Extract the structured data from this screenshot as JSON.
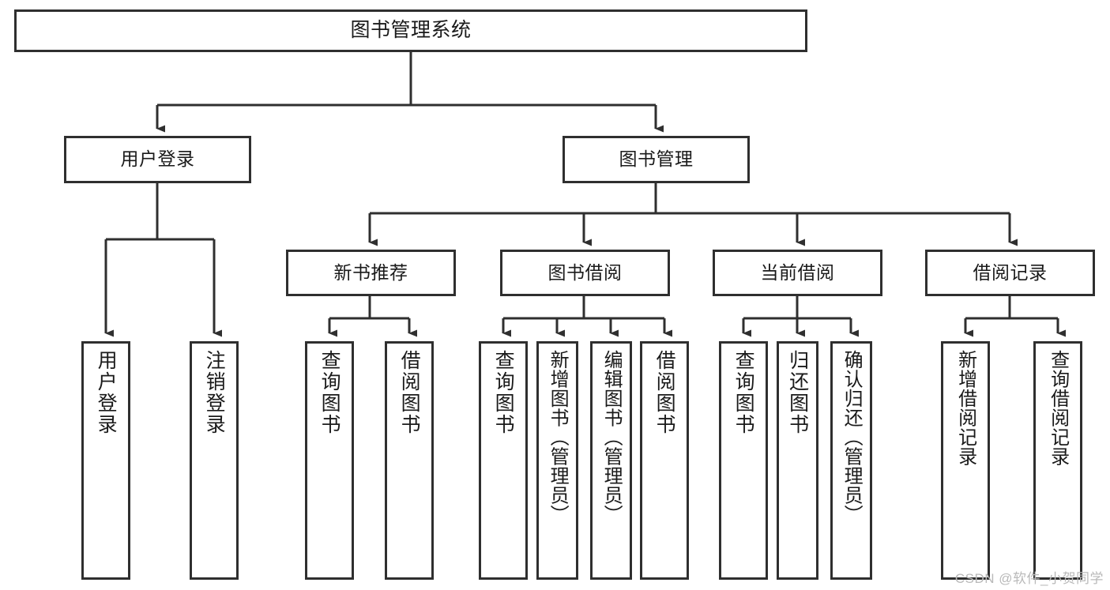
{
  "diagram": {
    "title": "图书管理系统",
    "type": "tree",
    "colors": {
      "background": "#ffffff",
      "box_border": "#2f2f2f",
      "box_fill": "#ffffff",
      "text": "#1a1a1a",
      "connector": "#2f2f2f",
      "watermark": "#b9b9b9"
    },
    "watermark": "CSDN @软件_小贺同学",
    "nodes": {
      "root": {
        "label": "图书管理系统"
      },
      "level2": [
        {
          "id": "user-login",
          "label": "用户登录"
        },
        {
          "id": "book-manage",
          "label": "图书管理"
        }
      ],
      "level3": [
        {
          "id": "new-book-recommend",
          "label": "新书推荐"
        },
        {
          "id": "book-borrow",
          "label": "图书借阅"
        },
        {
          "id": "current-borrow",
          "label": "当前借阅"
        },
        {
          "id": "borrow-record",
          "label": "借阅记录"
        }
      ],
      "leaves": [
        {
          "id": "leaf-user-login",
          "label": "用户登录",
          "parent": "user-login"
        },
        {
          "id": "leaf-user-logout",
          "label": "注销登录",
          "parent": "user-login"
        },
        {
          "id": "leaf-query-book-1",
          "label": "查询图书",
          "parent": "new-book-recommend"
        },
        {
          "id": "leaf-borrow-book-1",
          "label": "借阅图书",
          "parent": "new-book-recommend"
        },
        {
          "id": "leaf-query-book-2",
          "label": "查询图书",
          "parent": "book-borrow"
        },
        {
          "id": "leaf-add-book",
          "label": "新增图书（管理员）",
          "parent": "book-borrow"
        },
        {
          "id": "leaf-edit-book",
          "label": "编辑图书（管理员）",
          "parent": "book-borrow"
        },
        {
          "id": "leaf-borrow-book-2",
          "label": "借阅图书",
          "parent": "book-borrow"
        },
        {
          "id": "leaf-query-book-3",
          "label": "查询图书",
          "parent": "current-borrow"
        },
        {
          "id": "leaf-return-book",
          "label": "归还图书",
          "parent": "current-borrow"
        },
        {
          "id": "leaf-confirm-return",
          "label": "确认归还（管理员）",
          "parent": "current-borrow"
        },
        {
          "id": "leaf-add-record",
          "label": "新增借阅记录",
          "parent": "borrow-record"
        },
        {
          "id": "leaf-query-record",
          "label": "查询借阅记录",
          "parent": "borrow-record"
        }
      ]
    }
  }
}
